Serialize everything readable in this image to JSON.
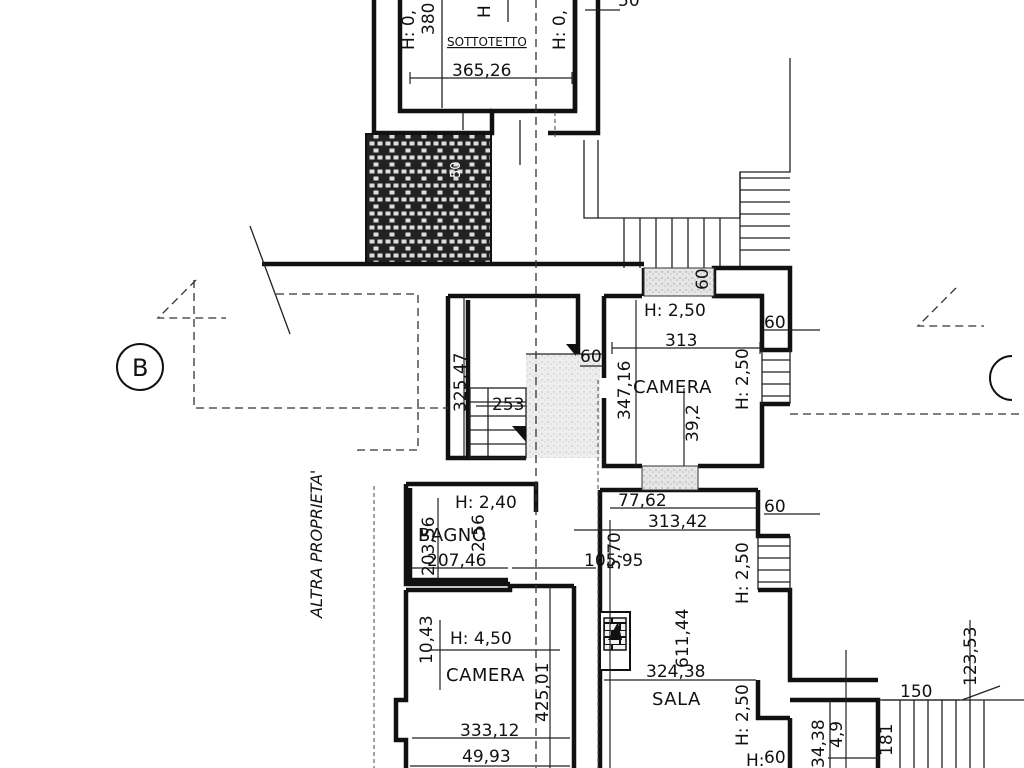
{
  "section_marker": {
    "letter": "B"
  },
  "rooms": {
    "sottotetto": "SOTTOTETTO",
    "camera_1": "CAMERA",
    "bagno": "BAGNO",
    "camera_2": "CAMERA",
    "sala": "SALA"
  },
  "side_label": "ALTRA PROPRIETA'",
  "heights": {
    "sottotetto_left": "H: 0,",
    "sottotetto_mid": "H",
    "sottotetto_right": "H: 0,",
    "camera_1": "H: 2,50",
    "camera_1_side": "H: 2,50",
    "bagno": "H: 2,40",
    "sala_side_top": "H: 2,50",
    "camera_2": "H: 4,50",
    "sala_side_bottom": "H: 2,50",
    "corridor": "H:"
  },
  "dimensions": {
    "top_380": "380",
    "top_50": "50",
    "sottotetto_width": "365,26",
    "roof_50": "50",
    "stair_60": "60",
    "camera_right_60": "60",
    "camera_width": "313",
    "stair_landing_60": "60",
    "camera_depth": "347,16",
    "stair_325": "325,47",
    "stair_253": "253",
    "camera_392": "39,2",
    "sala_77": "77,62",
    "sala_313": "313,42",
    "sala_right_60": "60",
    "bagno_203": "203,56",
    "bagno_256": "2,56",
    "bagno_width": "207,46",
    "corridor_105": "105,95",
    "corridor_570": "5,70",
    "sala_depth": "611,44",
    "camera2_10": "10,43",
    "sala_width": "324,38",
    "camera2_depth": "425,01",
    "stair_123": "123,53",
    "stair_150": "150",
    "camera2_width": "333,12",
    "camera2_49": "49,93",
    "bottom_60": "60",
    "bottom_34": "34,38",
    "bottom_49": "4,9",
    "bottom_181": "181"
  }
}
